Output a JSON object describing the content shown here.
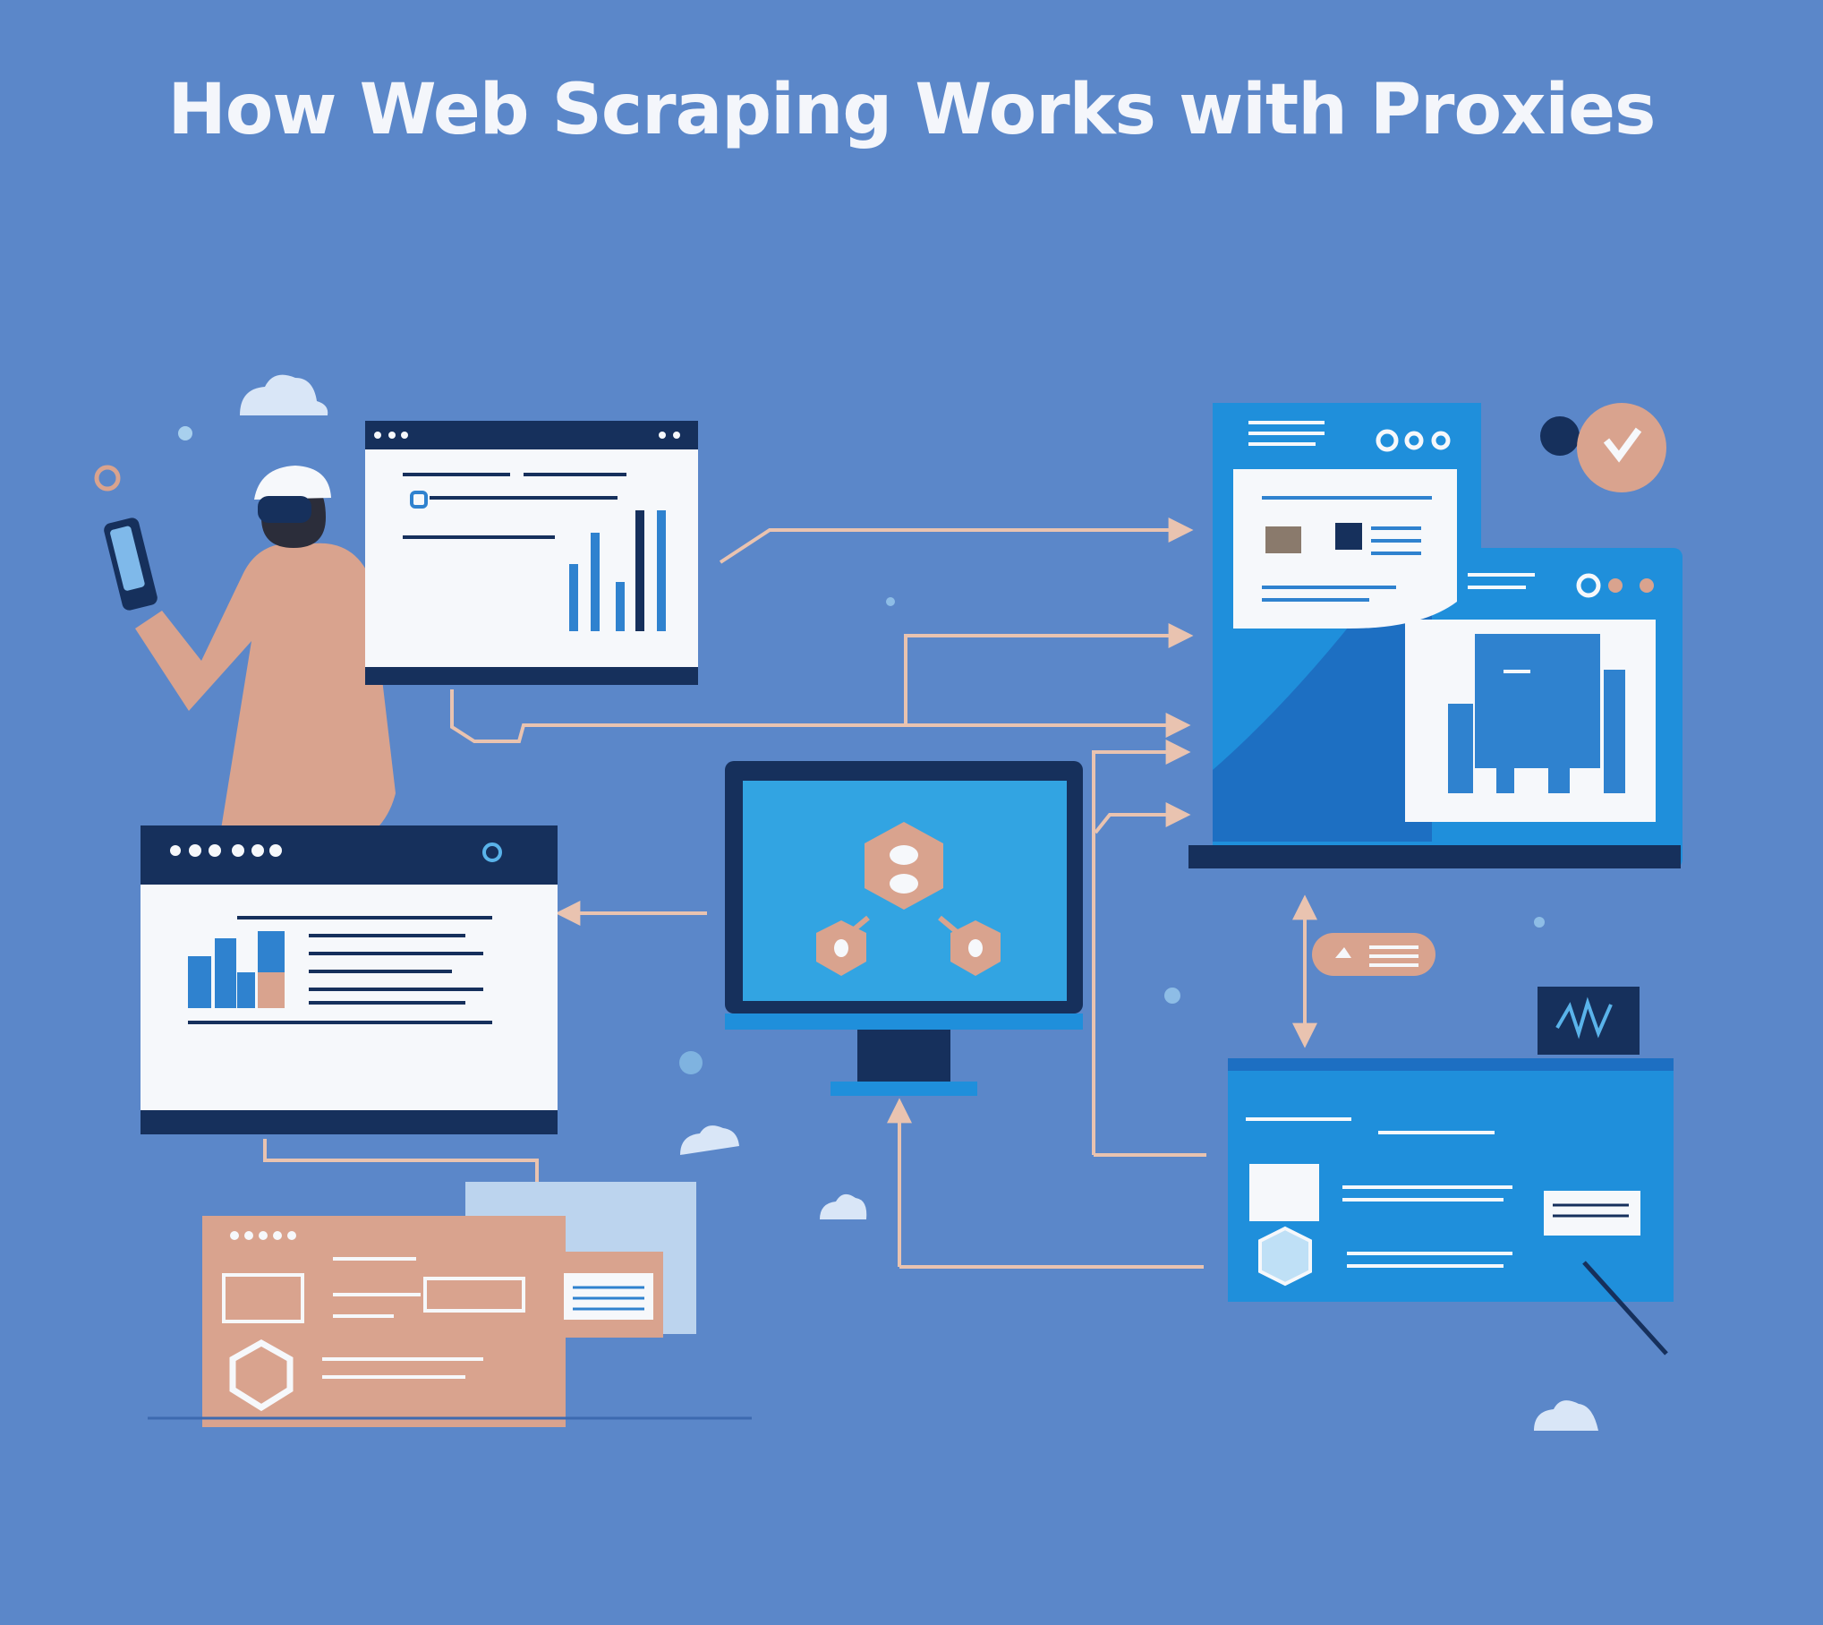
{
  "title": "How Web Scraping Works with Proxies",
  "colors": {
    "background": "#5b87c9",
    "dark_navy": "#16305c",
    "bright_blue": "#1f8fdb",
    "light_blue": "#2fa2e2",
    "peach": "#d9a38e",
    "white": "#f6f8fb",
    "connector": "#e9c3b0"
  },
  "icons": [
    "person-with-vr-headset",
    "proxy-node-hexagon",
    "cloud",
    "chart-browser",
    "cube-icon",
    "shield-icon",
    "check-badge"
  ]
}
